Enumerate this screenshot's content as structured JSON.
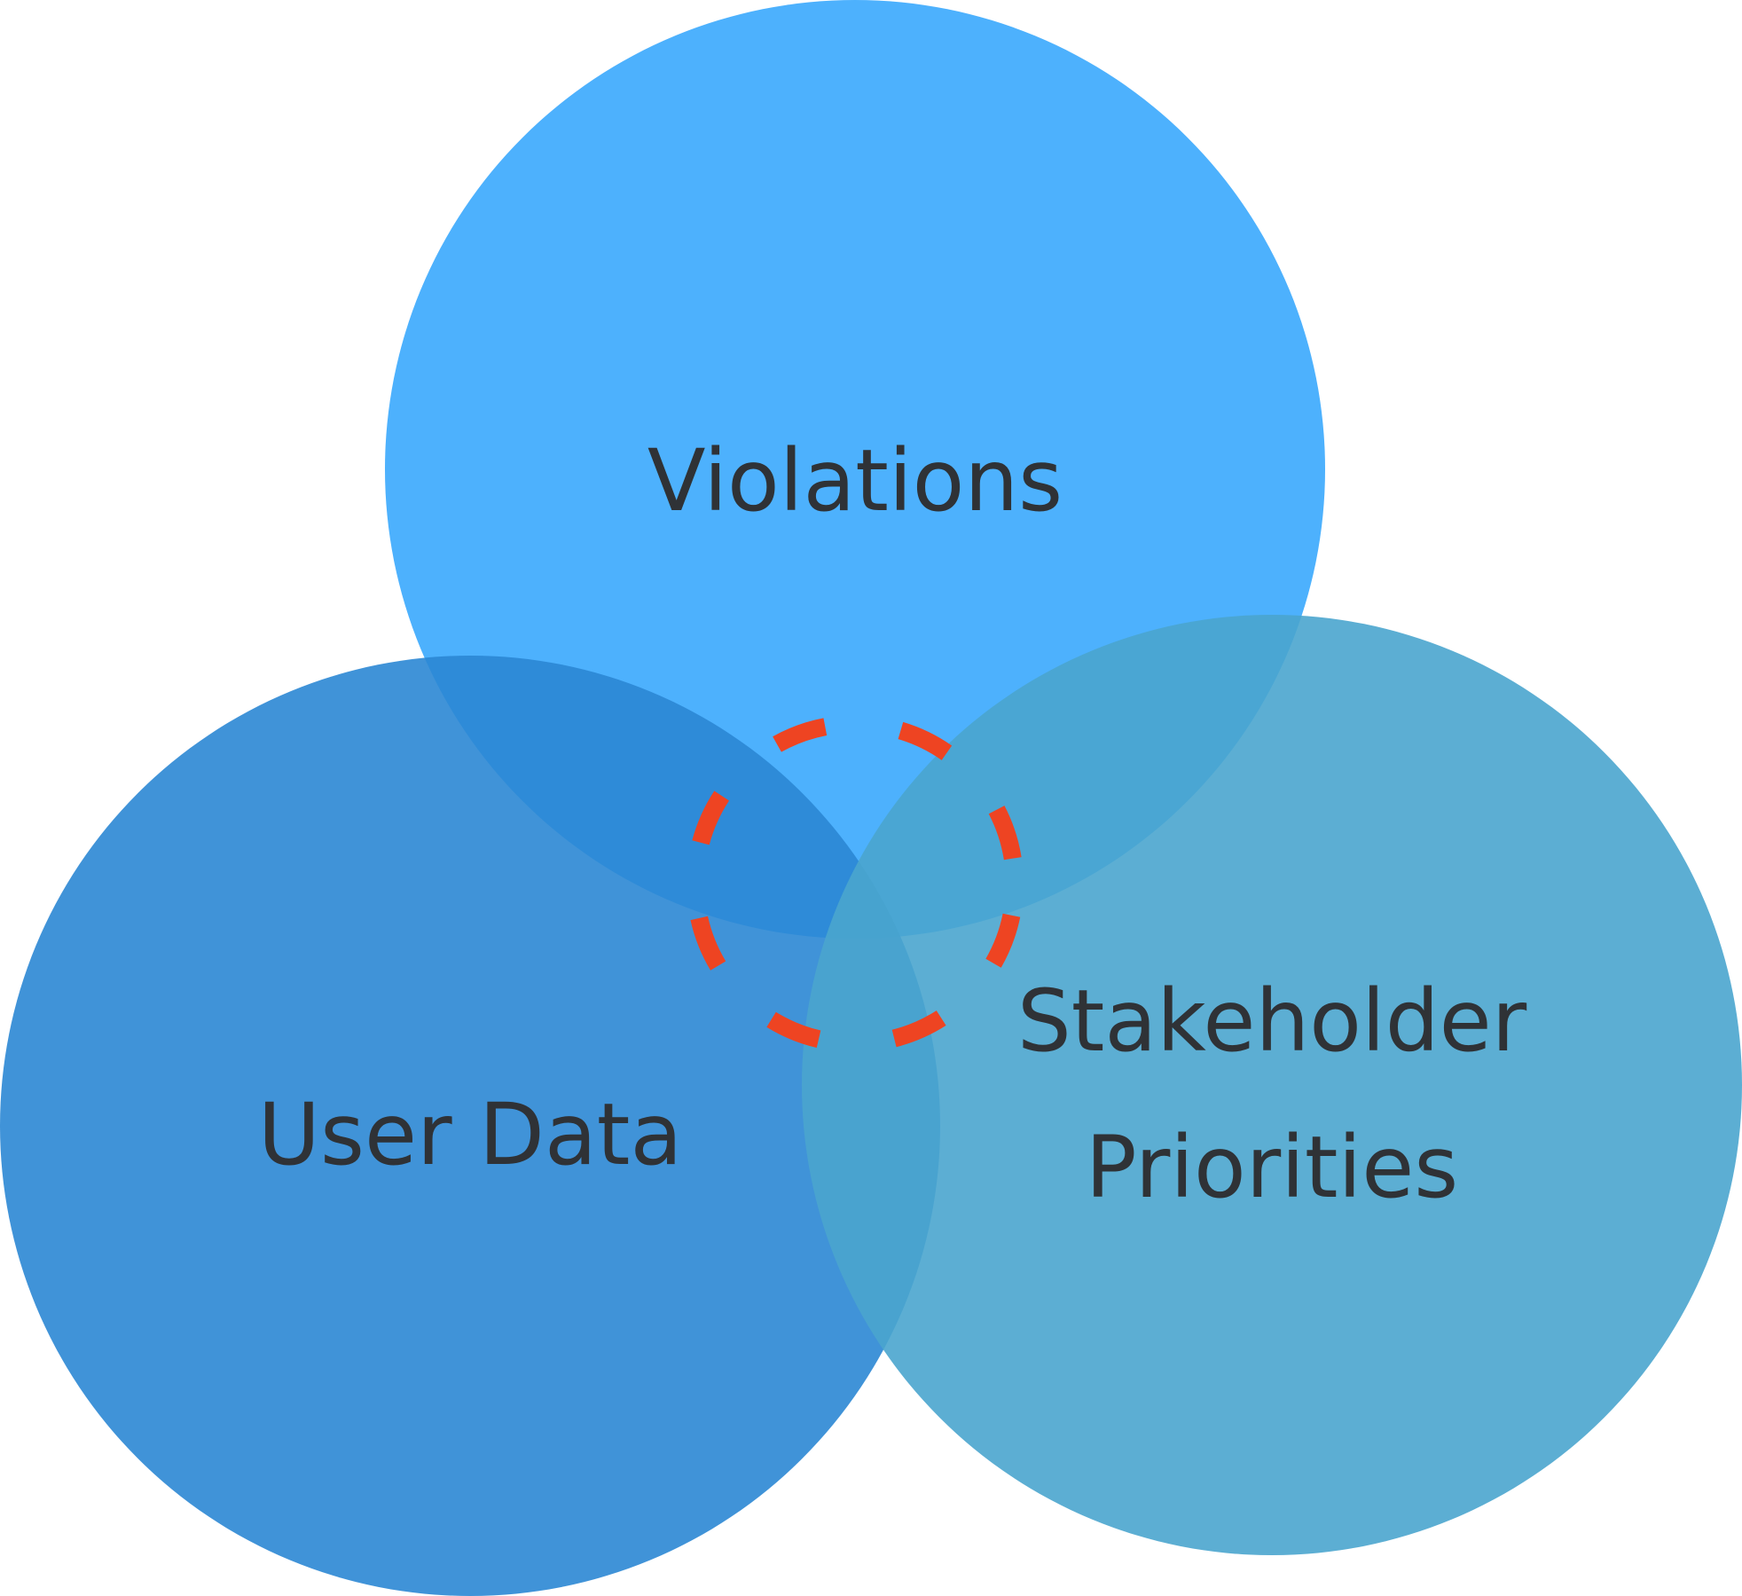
{
  "diagram": {
    "type": "venn",
    "circles": [
      {
        "id": "violations",
        "label_lines": [
          "Violations"
        ],
        "color": "#4DB1FD"
      },
      {
        "id": "user-data",
        "label_lines": [
          "User Data"
        ],
        "color": "#2B87D4"
      },
      {
        "id": "stakeholder-priorities",
        "label_lines": [
          "Stakeholder",
          "Priorities"
        ],
        "color": "#4AA5CE"
      }
    ],
    "center_marker": {
      "style": "dashed-circle",
      "color": "#EE4422"
    }
  }
}
